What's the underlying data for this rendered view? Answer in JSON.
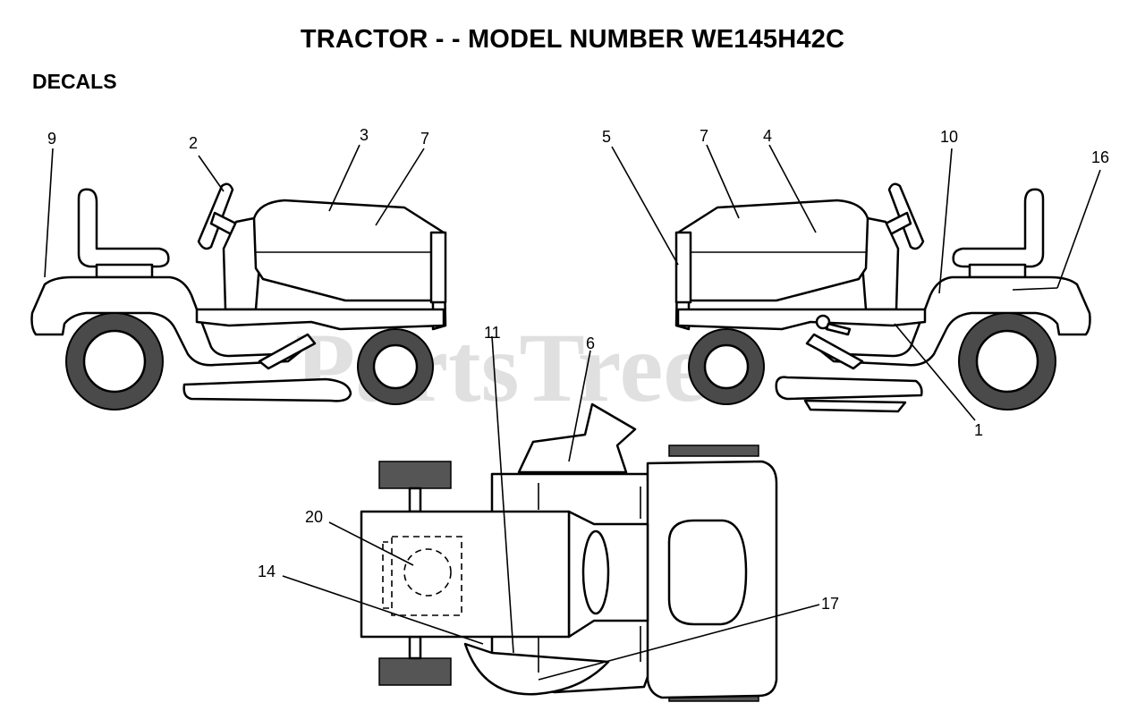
{
  "title": "TRACTOR - - MODEL NUMBER WE145H42C",
  "section": "DECALS",
  "watermark": "PartsTree",
  "callouts": {
    "left_view": [
      "9",
      "2",
      "3",
      "7"
    ],
    "right_view": [
      "5",
      "7",
      "4",
      "10",
      "16",
      "1"
    ],
    "top_view": [
      "11",
      "6",
      "20",
      "14",
      "17"
    ]
  }
}
